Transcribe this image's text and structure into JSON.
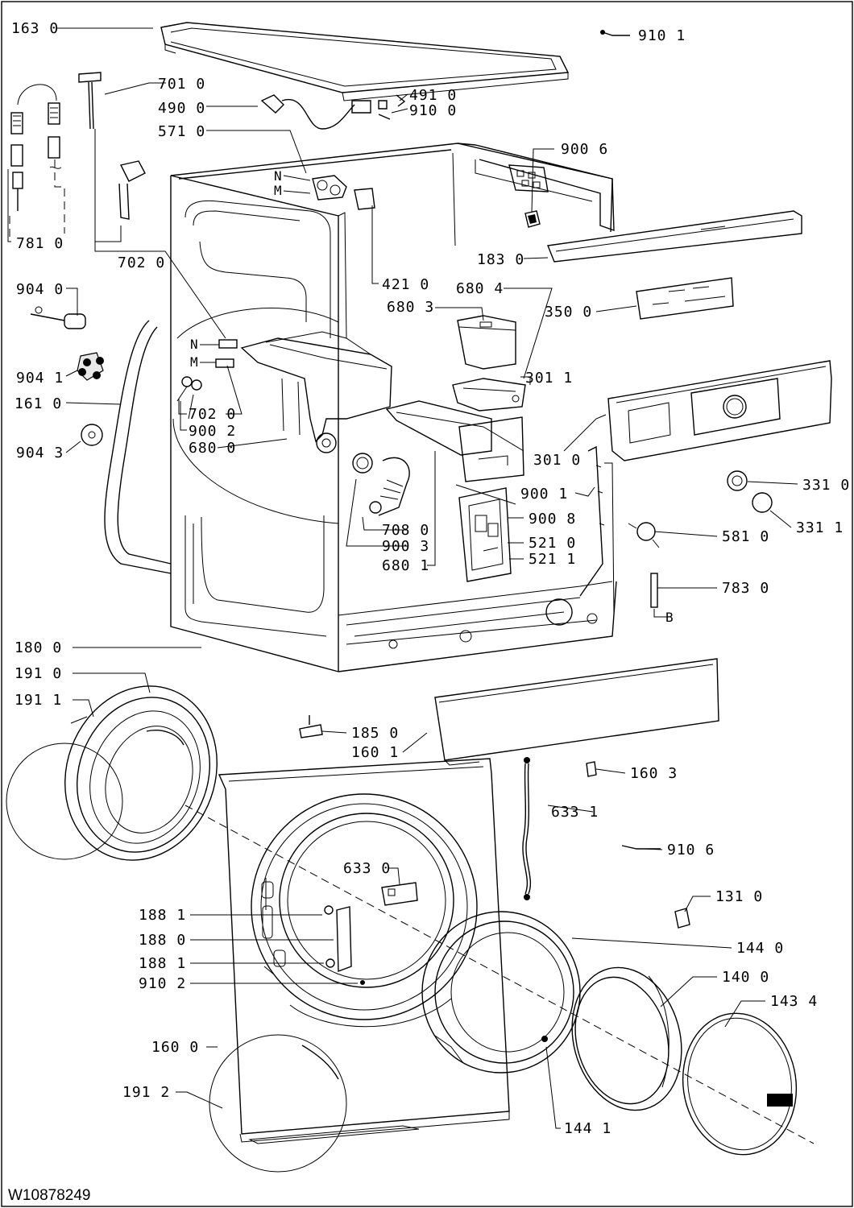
{
  "document_id": "W10878249",
  "callouts": [
    {
      "code": "163 0"
    },
    {
      "code": "910 1"
    },
    {
      "code": "701 0"
    },
    {
      "code": "490 0"
    },
    {
      "code": "491 0"
    },
    {
      "code": "910 0"
    },
    {
      "code": "571 0"
    },
    {
      "code": "900 6"
    },
    {
      "code": "781 0"
    },
    {
      "code": "702 0"
    },
    {
      "code": "183 0"
    },
    {
      "code": "421 0"
    },
    {
      "code": "680 4"
    },
    {
      "code": "680 3"
    },
    {
      "code": "350 0"
    },
    {
      "code": "904 0"
    },
    {
      "code": "904 1"
    },
    {
      "code": "301 1"
    },
    {
      "code": "161 0"
    },
    {
      "code": "702 0"
    },
    {
      "code": "900 2"
    },
    {
      "code": "680 0"
    },
    {
      "code": "904 3"
    },
    {
      "code": "301 0"
    },
    {
      "code": "331 0"
    },
    {
      "code": "900 1"
    },
    {
      "code": "331 1"
    },
    {
      "code": "900 8"
    },
    {
      "code": "708 0"
    },
    {
      "code": "521 0"
    },
    {
      "code": "581 0"
    },
    {
      "code": "900 3"
    },
    {
      "code": "521 1"
    },
    {
      "code": "680 1"
    },
    {
      "code": "783 0"
    },
    {
      "code": "180 0"
    },
    {
      "code": "191 0"
    },
    {
      "code": "191 1"
    },
    {
      "code": "185 0"
    },
    {
      "code": "160 1"
    },
    {
      "code": "160 3"
    },
    {
      "code": "633 1"
    },
    {
      "code": "910 6"
    },
    {
      "code": "633 0"
    },
    {
      "code": "131 0"
    },
    {
      "code": "188 1"
    },
    {
      "code": "188 0"
    },
    {
      "code": "144 0"
    },
    {
      "code": "188 1"
    },
    {
      "code": "910 2"
    },
    {
      "code": "140 0"
    },
    {
      "code": "143 4"
    },
    {
      "code": "160 0"
    },
    {
      "code": "191 2"
    },
    {
      "code": "144 1"
    }
  ],
  "markers": [
    {
      "text": "N"
    },
    {
      "text": "M"
    },
    {
      "text": "N"
    },
    {
      "text": "M"
    },
    {
      "text": "B"
    }
  ]
}
